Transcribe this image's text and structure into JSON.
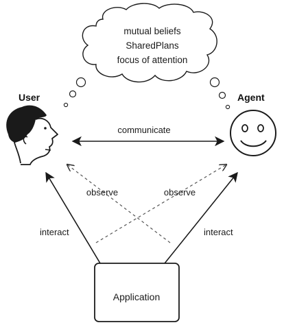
{
  "thought_bubble": {
    "lines": [
      "mutual beliefs",
      "SharedPlans",
      "focus of attention"
    ]
  },
  "user": {
    "label": "User"
  },
  "agent": {
    "label": "Agent"
  },
  "application": {
    "label": "Application"
  },
  "edges": {
    "communicate": "communicate",
    "observe_left": "observe",
    "observe_right": "observe",
    "interact_left": "interact",
    "interact_right": "interact"
  },
  "colors": {
    "ink": "#1a1a1a",
    "dashed": "#555555",
    "skin": "#ffffff",
    "hair": "#1a1a1a"
  }
}
